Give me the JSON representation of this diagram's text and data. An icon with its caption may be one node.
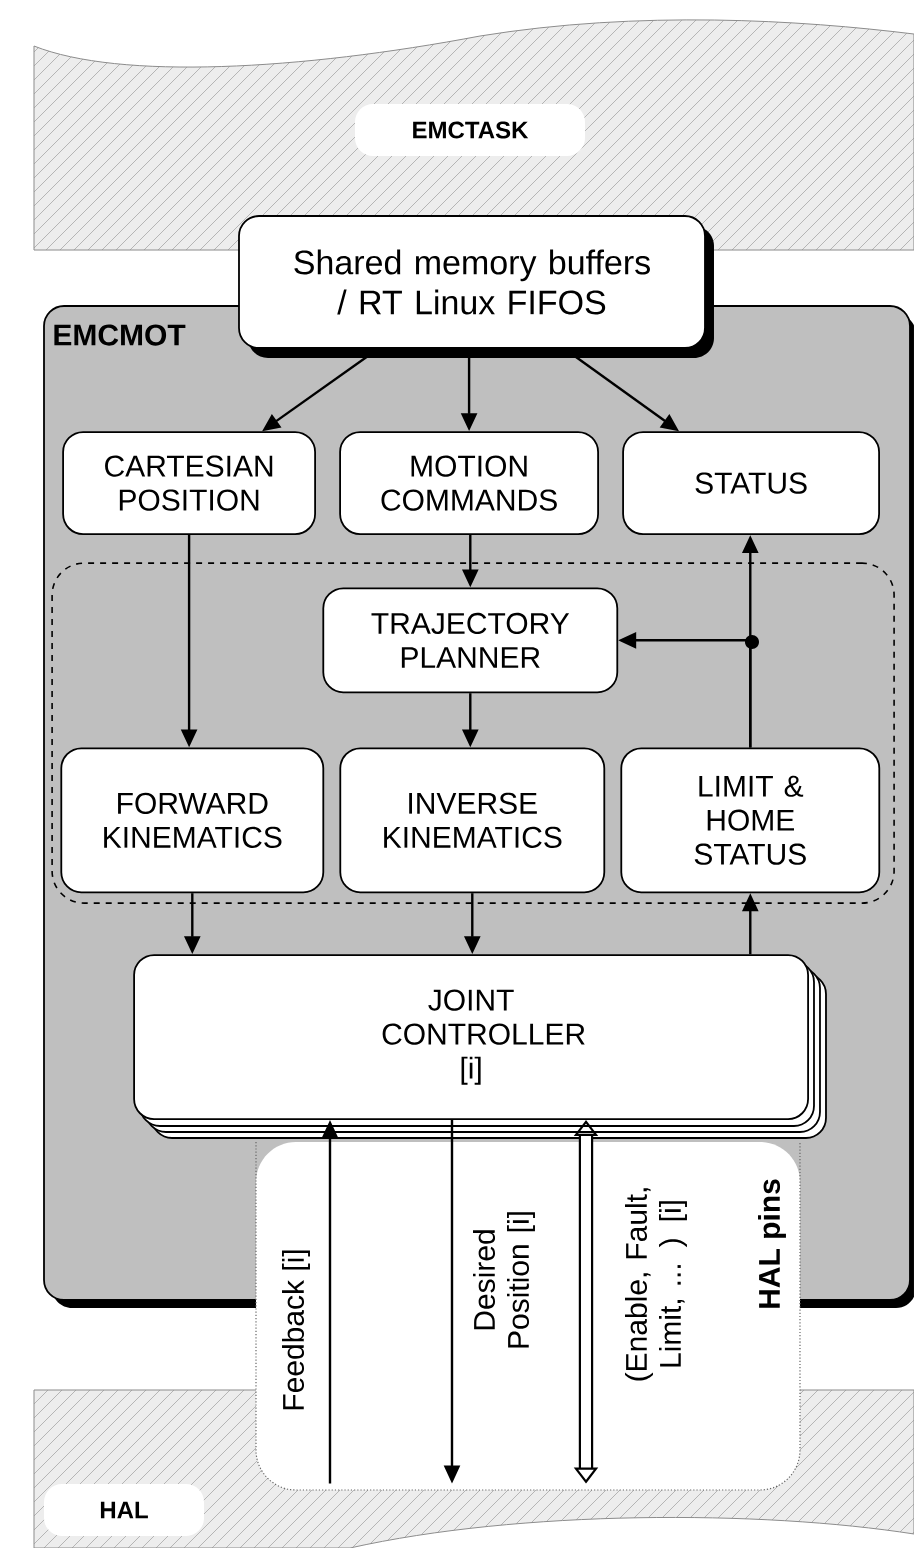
{
  "diagram": {
    "nodes": [
      {
        "text": [
          "EMCTASK"
        ]
      },
      {
        "text": [
          "Shared memory buffers / RT Linux FIFOS"
        ]
      },
      {
        "text": [
          "EMCMOT"
        ]
      },
      {
        "text": [
          "CARTESIAN POSITION"
        ],
        "in": 2
      },
      {
        "text": [
          "MOTION COMMANDS"
        ],
        "in": 2
      },
      {
        "text": [
          "STATUS"
        ],
        "in": 2
      },
      {
        "text": [],
        "shape": "box",
        "in": 2
      },
      {
        "text": [
          "TRAJECTORY PLANNER"
        ],
        "in": 6
      },
      {
        "text": [
          "FORWARD KINEMATICS"
        ],
        "in": 6
      },
      {
        "text": [
          "INVERSE KINEMATICS"
        ],
        "in": 6
      },
      {
        "text": [
          "LIMIT & HOME STATUS"
        ],
        "in": 6
      },
      {
        "text": [
          "JOINT CONTROLLER [i]"
        ],
        "in": 2
      },
      {
        "text": [
          "HAL"
        ]
      }
    ],
    "edges": [
      {
        "from": 1,
        "to": 3,
        "arrow": "to"
      },
      {
        "from": 1,
        "to": 4,
        "arrow": "to"
      },
      {
        "from": 1,
        "to": 5,
        "arrow": "to"
      },
      {
        "from": 3,
        "to": 8,
        "arrow": "to"
      },
      {
        "from": 4,
        "to": 7,
        "arrow": "to"
      },
      {
        "from": 7,
        "to": 9,
        "arrow": "to"
      },
      {
        "from": 10,
        "to": 5,
        "arrow": "to"
      },
      {
        "from": 10,
        "to": 7,
        "arrow": "to"
      },
      {
        "from": 8,
        "to": 11,
        "arrow": "to"
      },
      {
        "from": 9,
        "to": 11,
        "arrow": "to"
      },
      {
        "from": 11,
        "to": 10,
        "arrow": "to"
      },
      {
        "from": 12,
        "to": 11,
        "arrow": "to",
        "label": "Feedback [i]"
      },
      {
        "from": 11,
        "to": 12,
        "arrow": "to",
        "label": "Desired Position [i]"
      },
      {
        "from": 11,
        "to": 12,
        "arrow": "both",
        "label": "(Enable, Fault, Limit, ... ) [i]",
        "style": "thick"
      }
    ],
    "labels": [
      "HAL pins"
    ]
  }
}
